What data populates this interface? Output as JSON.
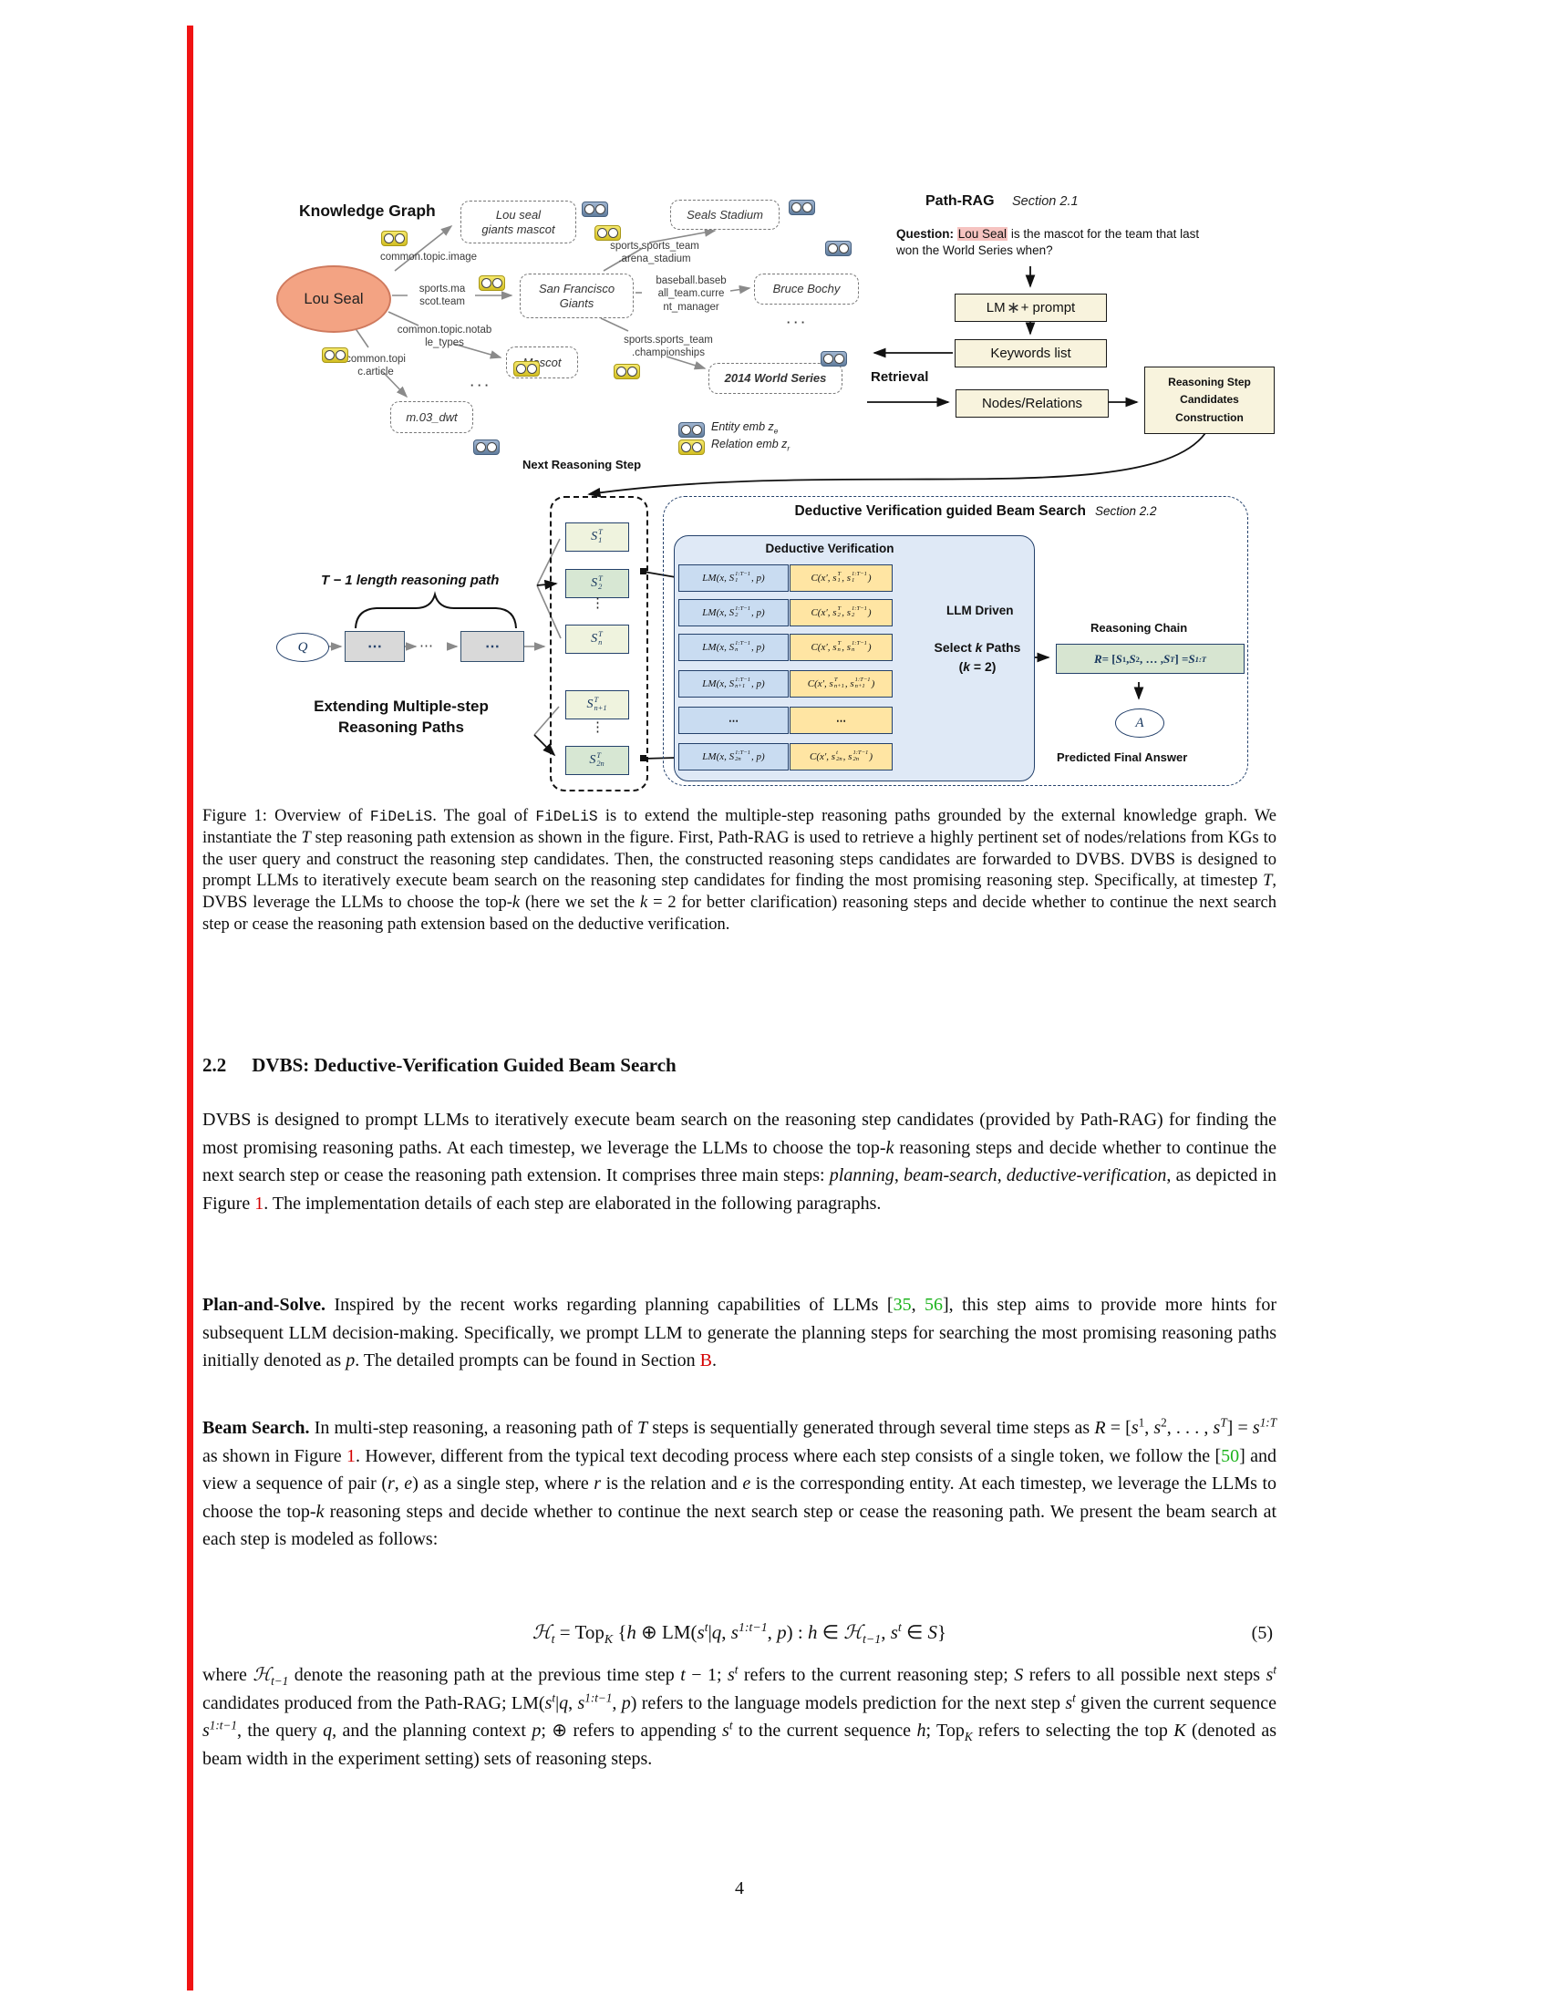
{
  "page": {
    "number": "4"
  },
  "colors": {
    "margin_bar_red": "#f01313",
    "citation_green": "#1db31d",
    "ref_red": "#d40000",
    "pill_yellow": "#e8d53f",
    "pill_blue": "#7d97b6",
    "panel_blue": "#dfe9f6",
    "lm_cell_blue": "#c9dcf1",
    "verify_cell_orange": "#ffe5a3",
    "chain_green": "#d7e5d1",
    "node_salmon": "#f3a383",
    "flow_box_beige": "#f8f3dd",
    "llm_logo_blue": "#1c4ed8",
    "question_highlight_pink": "#f6c3c0"
  },
  "figure": {
    "kg": {
      "title": "Knowledge Graph",
      "lou_seal": "Lou Seal",
      "nodes": {
        "mascot_img": "Lou seal\ngiants mascot",
        "stadium": "Seals Stadium",
        "giants": "San Francisco\nGiants",
        "bochy": "Bruce Bochy",
        "mascot": "Mascot",
        "series": "2014 World Series",
        "mdwt": "m.03_dwt"
      },
      "edges": {
        "image": "common.topic.image",
        "team": "sports.ma\nscot.team",
        "notable": "common.topic.notab\nle_types",
        "article": "common.topi\nc.article",
        "arena": "sports.sports_team\n.arena_stadium",
        "manager": "baseball.baseb\nall_team.curre\nnt_manager",
        "champ": "sports.sports_team\n.championships"
      },
      "dots": "· · ·",
      "legend": {
        "entity": [
          {
            "t": "Entity emb z",
            "s": "i"
          },
          {
            "t": "e",
            "s": "sub i"
          }
        ],
        "relation": [
          {
            "t": "Relation emb z",
            "s": "i"
          },
          {
            "t": "r",
            "s": "sub i"
          }
        ]
      }
    },
    "pathrag": {
      "title": "Path-RAG",
      "section": "Section 2.1",
      "question_label": "Question:",
      "question_highlight": "Lou Seal",
      "question_rest": " is the mascot for the team that last won the World Series when?",
      "lm_prefix": "LM",
      "lm_suffix": " + prompt",
      "keywords": "Keywords list",
      "nodes": "Nodes/Relations",
      "retrieval": "Retrieval",
      "rsc": "Reasoning Step\nCandidates\nConstruction"
    },
    "middle": {
      "next_step": "Next Reasoning Step",
      "path_label": "T − 1 length reasoning path",
      "q": "Q",
      "a": "A",
      "dots": "⋯",
      "vdots": "⋮",
      "extend": "Extending Multiple-step\nReasoning Paths",
      "s_1": [
        {
          "t": "S"
        },
        {
          "up": "T",
          "dn": "1"
        }
      ],
      "s_2": [
        {
          "t": "S"
        },
        {
          "up": "T",
          "dn": "2"
        }
      ],
      "s_n": [
        {
          "t": "S"
        },
        {
          "up": "T",
          "dn": "n"
        }
      ],
      "s_n1": [
        {
          "t": "S"
        },
        {
          "up": "T",
          "dn": "n+1"
        }
      ],
      "s_2n": [
        {
          "t": "S"
        },
        {
          "up": "T",
          "dn": "2n"
        }
      ]
    },
    "dvbs": {
      "title": "Deductive Verification guided Beam Search",
      "section": "Section 2.2",
      "dv_header": "Deductive Verification",
      "rows": {
        "r1": {
          "lm": [
            {
              "t": "LM(x, S"
            },
            {
              "up": "1:T−1",
              "dn": "1"
            },
            {
              "t": ", p)"
            }
          ],
          "c": [
            {
              "t": "C(x′, s"
            },
            {
              "up": "T",
              "dn": "1"
            },
            {
              "t": ", s"
            },
            {
              "up": "1:T−1",
              "dn": "1"
            },
            {
              "t": ")"
            }
          ]
        },
        "r2": {
          "lm": [
            {
              "t": "LM(x, S"
            },
            {
              "up": "1:T−1",
              "dn": "2"
            },
            {
              "t": ", p)"
            }
          ],
          "c": [
            {
              "t": "C(x′, s"
            },
            {
              "up": "T",
              "dn": "2"
            },
            {
              "t": ", s"
            },
            {
              "up": "1:T−1",
              "dn": "2"
            },
            {
              "t": ")"
            }
          ]
        },
        "r3": {
          "lm": [
            {
              "t": "LM(x, S"
            },
            {
              "up": "1:T−1",
              "dn": "n"
            },
            {
              "t": ", p)"
            }
          ],
          "c": [
            {
              "t": "C(x′, s"
            },
            {
              "up": "T",
              "dn": "n"
            },
            {
              "t": ", s"
            },
            {
              "up": "1:T−1",
              "dn": "n"
            },
            {
              "t": ")"
            }
          ]
        },
        "r4": {
          "lm": [
            {
              "t": "LM(x, S"
            },
            {
              "up": "1:T−1",
              "dn": "n+1"
            },
            {
              "t": ", p)"
            }
          ],
          "c": [
            {
              "t": "C(x′, s"
            },
            {
              "up": "T",
              "dn": "n+1"
            },
            {
              "t": ", s"
            },
            {
              "up": "1:T−1",
              "dn": "n+1"
            },
            {
              "t": ")"
            }
          ]
        },
        "r5": {
          "lm": [
            {
              "t": "⋯"
            }
          ],
          "c": [
            {
              "t": "⋯"
            }
          ]
        },
        "r6": {
          "lm": [
            {
              "t": "LM(x, S"
            },
            {
              "up": "1:T−1",
              "dn": "2n"
            },
            {
              "t": ", p)"
            }
          ],
          "c": [
            {
              "t": "C(x′, s"
            },
            {
              "up": "t",
              "dn": "2n"
            },
            {
              "t": ", s"
            },
            {
              "up": "1:T−1",
              "dn": "2n"
            },
            {
              "t": ")"
            }
          ]
        }
      },
      "llm_driven": "LLM Driven",
      "select_line1": [
        {
          "t": "Select "
        },
        {
          "t": "k",
          "s": "i"
        },
        {
          "t": " Paths"
        }
      ],
      "select_line2": [
        {
          "t": "("
        },
        {
          "t": "k",
          "s": "i"
        },
        {
          "t": " = 2)"
        }
      ],
      "chain_label": "Reasoning Chain",
      "chain": [
        {
          "t": "R",
          "s": "i"
        },
        {
          "t": " = ["
        },
        {
          "t": "S",
          "s": "i"
        },
        {
          "t": "1",
          "s": "sup"
        },
        {
          "t": ","
        },
        {
          "t": "S",
          "s": "i"
        },
        {
          "t": "2",
          "s": "sup"
        },
        {
          "t": ", … ,"
        },
        {
          "t": "S",
          "s": "i"
        },
        {
          "t": "T",
          "s": "sup i"
        },
        {
          "t": "] = "
        },
        {
          "t": "S",
          "s": "i"
        },
        {
          "t": "1:T",
          "s": "sup i"
        }
      ],
      "predicted": "Predicted Final Answer"
    }
  },
  "caption": {
    "segments": [
      {
        "t": "Figure 1: "
      },
      {
        "t": "Overview of "
      },
      {
        "t": "FiDeLiS",
        "s": "mono"
      },
      {
        "t": ". The goal of "
      },
      {
        "t": "FiDeLiS",
        "s": "mono"
      },
      {
        "t": " is to extend the multiple-step reasoning paths grounded by the external knowledge graph. We instantiate the "
      },
      {
        "t": "T",
        "s": "i"
      },
      {
        "t": " step reasoning path extension as shown in the figure. First, Path-RAG is used to retrieve a highly pertinent set of nodes/relations from KGs to the user query and construct the reasoning step candidates. Then, the constructed reasoning steps candidates are forwarded to DVBS. DVBS is designed to prompt LLMs to iteratively execute beam search on the reasoning step candidates for finding the most promising reasoning step. Specifically, at timestep "
      },
      {
        "t": "T",
        "s": "i"
      },
      {
        "t": ", DVBS leverage the LLMs to choose the top-"
      },
      {
        "t": "k",
        "s": "i"
      },
      {
        "t": " (here we set the "
      },
      {
        "t": "k",
        "s": "i"
      },
      {
        "t": " = 2 for better clarification) reasoning steps and decide whether to continue the next search step or cease the reasoning path extension based on the deductive verification."
      }
    ]
  },
  "section": {
    "num": "2.2",
    "title": "DVBS: Deductive-Verification Guided Beam Search"
  },
  "paragraphs": {
    "p1": [
      {
        "t": "DVBS is designed to prompt LLMs to iteratively execute beam search on the reasoning step candidates (provided by Path-RAG) for finding the most promising reasoning paths.  At each timestep, we leverage the LLMs to choose the top-"
      },
      {
        "t": "k",
        "s": "i"
      },
      {
        "t": " reasoning steps and decide whether to continue the next search step or cease the reasoning path extension. It comprises three main steps: "
      },
      {
        "t": "planning",
        "s": "i"
      },
      {
        "t": ", "
      },
      {
        "t": "beam-search",
        "s": "i"
      },
      {
        "t": ", "
      },
      {
        "t": "deductive-verification",
        "s": "i"
      },
      {
        "t": ", as depicted in Figure "
      },
      {
        "t": "1",
        "s": "red"
      },
      {
        "t": ". The implementation details of each step are elaborated in the following paragraphs."
      }
    ],
    "p2": [
      {
        "t": "Plan-and-Solve.",
        "s": "b"
      },
      {
        "t": " Inspired by the recent works regarding planning capabilities of LLMs ["
      },
      {
        "t": "35",
        "s": "green"
      },
      {
        "t": ", "
      },
      {
        "t": "56",
        "s": "green"
      },
      {
        "t": "], this step aims to provide more hints for subsequent LLM decision-making. Specifically, we prompt LLM to generate the planning steps for searching the most promising reasoning paths initially denoted as "
      },
      {
        "t": "p",
        "s": "i"
      },
      {
        "t": ". The detailed prompts can be found in Section "
      },
      {
        "t": "B",
        "s": "red"
      },
      {
        "t": "."
      }
    ],
    "p3": [
      {
        "t": "Beam Search.",
        "s": "b"
      },
      {
        "t": " In multi-step reasoning, a reasoning path of "
      },
      {
        "t": "T",
        "s": "i"
      },
      {
        "t": " steps is sequentially generated through several time steps as "
      },
      {
        "t": "R",
        "s": "i"
      },
      {
        "t": " = ["
      },
      {
        "t": "s",
        "s": "i"
      },
      {
        "t": "1",
        "s": "sup"
      },
      {
        "t": ", "
      },
      {
        "t": "s",
        "s": "i"
      },
      {
        "t": "2",
        "s": "sup"
      },
      {
        "t": ", . . . , "
      },
      {
        "t": "s",
        "s": "i"
      },
      {
        "t": "T",
        "s": "sup i"
      },
      {
        "t": "] = "
      },
      {
        "t": "s",
        "s": "i"
      },
      {
        "t": "1:T",
        "s": "sup i"
      },
      {
        "t": " as shown in Figure "
      },
      {
        "t": "1",
        "s": "red"
      },
      {
        "t": ". However, different from the typical text decoding process where each step consists of a single token, we follow the ["
      },
      {
        "t": "50",
        "s": "green"
      },
      {
        "t": "] and view a sequence of pair ("
      },
      {
        "t": "r",
        "s": "i"
      },
      {
        "t": ", "
      },
      {
        "t": "e",
        "s": "i"
      },
      {
        "t": ") as a single step, where "
      },
      {
        "t": "r",
        "s": "i"
      },
      {
        "t": " is the relation and "
      },
      {
        "t": "e",
        "s": "i"
      },
      {
        "t": " is the corresponding entity. At each timestep, we leverage the LLMs to choose the top-"
      },
      {
        "t": "k",
        "s": "i"
      },
      {
        "t": " reasoning steps and decide whether to continue the next search step or cease the reasoning path. We present the beam search at each step is modeled as follows:"
      }
    ],
    "p4": [
      {
        "t": "where "
      },
      {
        "t": "ℋ",
        "s": "i"
      },
      {
        "t": "t−1",
        "s": "sub i"
      },
      {
        "t": " denote the reasoning path at the previous time step "
      },
      {
        "t": "t",
        "s": "i"
      },
      {
        "t": " − 1; "
      },
      {
        "t": "s",
        "s": "i"
      },
      {
        "t": "t",
        "s": "sup i"
      },
      {
        "t": " refers to the current reasoning step; "
      },
      {
        "t": "S",
        "s": "i"
      },
      {
        "t": " refers to all possible next steps "
      },
      {
        "t": "s",
        "s": "i"
      },
      {
        "t": "t",
        "s": "sup i"
      },
      {
        "t": " candidates produced from the Path-RAG; LM("
      },
      {
        "t": "s",
        "s": "i"
      },
      {
        "t": "t",
        "s": "sup i"
      },
      {
        "t": "|"
      },
      {
        "t": "q",
        "s": "i"
      },
      {
        "t": ", "
      },
      {
        "t": "s",
        "s": "i"
      },
      {
        "t": "1:t−1",
        "s": "sup i"
      },
      {
        "t": ", "
      },
      {
        "t": "p",
        "s": "i"
      },
      {
        "t": ") refers to the language models prediction for the next step "
      },
      {
        "t": "s",
        "s": "i"
      },
      {
        "t": "t",
        "s": "sup i"
      },
      {
        "t": " given the current sequence "
      },
      {
        "t": "s",
        "s": "i"
      },
      {
        "t": "1:t−1",
        "s": "sup i"
      },
      {
        "t": ", the query "
      },
      {
        "t": "q",
        "s": "i"
      },
      {
        "t": ", and the planning context "
      },
      {
        "t": "p",
        "s": "i"
      },
      {
        "t": "; ⊕ refers to appending "
      },
      {
        "t": "s",
        "s": "i"
      },
      {
        "t": "t",
        "s": "sup i"
      },
      {
        "t": " to the current sequence "
      },
      {
        "t": "h",
        "s": "i"
      },
      {
        "t": "; Top"
      },
      {
        "t": "K",
        "s": "sub i"
      },
      {
        "t": " refers to selecting the top "
      },
      {
        "t": "K",
        "s": "i"
      },
      {
        "t": " (denoted as beam width in the experiment setting) sets of reasoning steps."
      }
    ]
  },
  "equation": {
    "segments": [
      {
        "t": "ℋ",
        "s": "i"
      },
      {
        "t": "t",
        "s": "sub i"
      },
      {
        "t": " = Top"
      },
      {
        "t": "K",
        "s": "sub i"
      },
      {
        "t": " {"
      },
      {
        "t": "h",
        "s": "i"
      },
      {
        "t": " ⊕ LM("
      },
      {
        "t": "s",
        "s": "i"
      },
      {
        "t": "t",
        "s": "sup i"
      },
      {
        "t": "|"
      },
      {
        "t": "q",
        "s": "i"
      },
      {
        "t": ", "
      },
      {
        "t": "s",
        "s": "i"
      },
      {
        "t": "1:t−1",
        "s": "sup i"
      },
      {
        "t": ", "
      },
      {
        "t": "p",
        "s": "i"
      },
      {
        "t": ") : "
      },
      {
        "t": "h",
        "s": "i"
      },
      {
        "t": " ∈ "
      },
      {
        "t": "ℋ",
        "s": "i"
      },
      {
        "t": "t−1",
        "s": "sub i"
      },
      {
        "t": ", "
      },
      {
        "t": "s",
        "s": "i"
      },
      {
        "t": "t",
        "s": "sup i"
      },
      {
        "t": " ∈ "
      },
      {
        "t": "S",
        "s": "i"
      },
      {
        "t": "}"
      }
    ],
    "number": "(5)"
  }
}
